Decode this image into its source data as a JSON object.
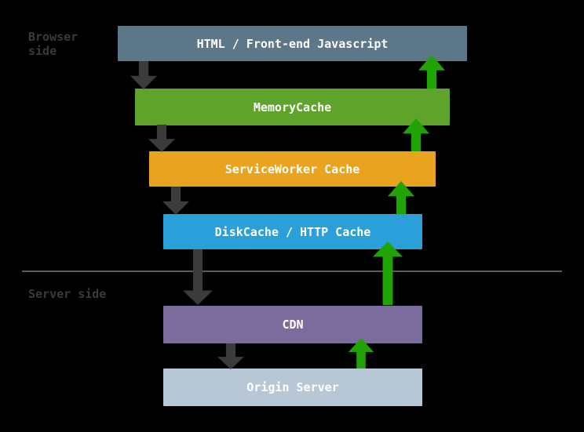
{
  "colors": {
    "background": "#000000",
    "down_arrow": "#3b3b3b",
    "up_arrow": "#1fa305",
    "divider": "#5c5c5c",
    "faint_text": "#3a3a3a"
  },
  "layers": [
    {
      "label": "HTML / Front-end Javascript",
      "color": "#5c7788"
    },
    {
      "label": "MemoryCache",
      "color": "#5fa32a"
    },
    {
      "label": "ServiceWorker Cache",
      "color": "#eaa31f"
    },
    {
      "label": "DiskCache / HTTP Cache",
      "color": "#2b9fd9"
    },
    {
      "label": "CDN",
      "color": "#7c6b9d"
    },
    {
      "label": "Origin Server",
      "color": "#b7c7d6"
    }
  ],
  "labels": {
    "top_region": "Browser\nside",
    "bottom_region": "Server side"
  }
}
